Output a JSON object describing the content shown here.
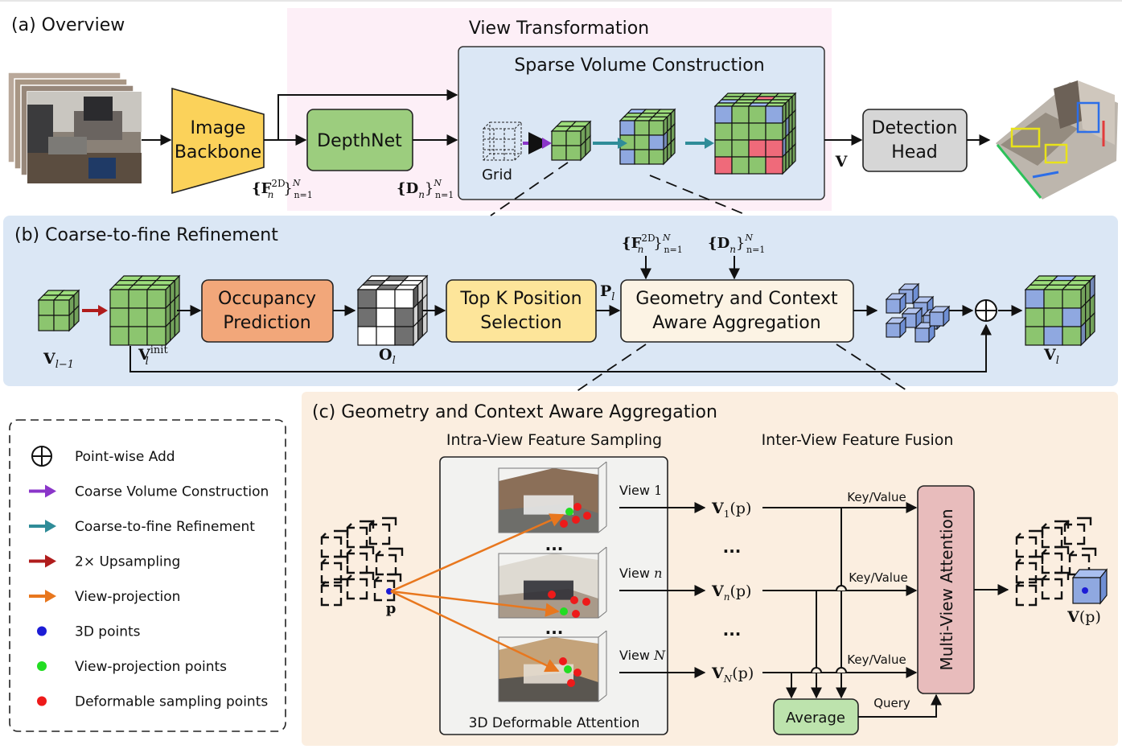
{
  "overview": {
    "section_label": "(a) Overview",
    "view_transformation_label": "View Transformation",
    "sparse_volume_label": "Sparse Volume Construction",
    "image_backbone": [
      "Image",
      "Backbone"
    ],
    "depthnet": "DepthNet",
    "grid_label": "Grid",
    "features_2d": {
      "main": "{F",
      "sup": "2D",
      "sub": "n",
      "close": "}",
      "range_sup": "N",
      "range_sub": "n=1"
    },
    "depth_maps": {
      "main": "{D",
      "sub": "n",
      "close": "}",
      "range_sup": "N",
      "range_sub": "n=1"
    },
    "volume_label": "V",
    "detection_head": [
      "Detection",
      "Head"
    ]
  },
  "refinement": {
    "section_label": "(b) Coarse-to-fine Refinement",
    "occupancy": [
      "Occupancy",
      "Prediction"
    ],
    "topk": [
      "Top K Position",
      "Selection"
    ],
    "gca": [
      "Geometry and Context",
      "Aware Aggregation"
    ],
    "v_prev": {
      "main": "V",
      "sub": "l−1"
    },
    "v_init": {
      "main": "V",
      "sub": "l",
      "sup": "init"
    },
    "o_l": {
      "main": "O",
      "sub": "l"
    },
    "p_l": {
      "main": "P",
      "sub": "l"
    },
    "v_l": {
      "main": "V",
      "sub": "l"
    },
    "f2d_input": {
      "main": "{F",
      "sup": "2D",
      "sub": "n",
      "close": "}",
      "range_sup": "N",
      "range_sub": "n=1"
    },
    "d_input": {
      "main": "{D",
      "sub": "n",
      "close": "}",
      "range_sup": "N",
      "range_sub": "n=1"
    }
  },
  "legend": [
    {
      "label": "Point-wise Add",
      "icon": "oplus-icon"
    },
    {
      "label": "Coarse Volume Construction",
      "icon": "arrow-icon",
      "color": "#8a35c9"
    },
    {
      "label": "Coarse-to-fine Refinement",
      "icon": "arrow-icon",
      "color": "#2f8c98"
    },
    {
      "label": "2× Upsampling",
      "icon": "arrow-icon",
      "color": "#b01c1c"
    },
    {
      "label": "View-projection",
      "icon": "arrow-icon",
      "color": "#e8771e"
    },
    {
      "label": "3D points",
      "icon": "dot-icon",
      "color": "#1c1cd6"
    },
    {
      "label": "View-projection points",
      "icon": "dot-icon",
      "color": "#22dd22"
    },
    {
      "label": "Deformable sampling points",
      "icon": "dot-icon",
      "color": "#ee1a1a"
    }
  ],
  "aggregation": {
    "section_label": "(c) Geometry and Context Aware Aggregation",
    "intra_label": "Intra-View Feature Sampling",
    "inter_label": "Inter-View Feature Fusion",
    "deform_label": "3D Deformable Attention",
    "point_label": "p",
    "views": [
      {
        "label_prefix": "View ",
        "label_var": "1",
        "feat_main": "V",
        "feat_sub": "1",
        "feat_arg": "(p)"
      },
      {
        "label_prefix": "View ",
        "label_var": "n",
        "feat_main": "V",
        "feat_sub": "n",
        "feat_arg": "(p)"
      },
      {
        "label_prefix": "View ",
        "label_var": "N",
        "feat_main": "V",
        "feat_sub": "N",
        "feat_arg": "(p)"
      }
    ],
    "ellipsis": "…",
    "ellipsis_bold": "...",
    "key_value": "Key/Value",
    "query": "Query",
    "average": "Average",
    "multi_view": "Multi-View Attention",
    "output": {
      "main": "V",
      "arg": "(p)"
    }
  },
  "colors": {
    "backbone": "#fbd25a",
    "depthnet": "#9ccd7e",
    "occupancy": "#f2a77a",
    "topk": "#fde59a",
    "gca_box": "#fcf3e4",
    "detection": "#d6d6d6",
    "average": "#bde3ad",
    "multi_view": "#e8bcbc",
    "panel_blue": "#dbe7f5",
    "panel_pink": "#fdeff7",
    "panel_peach": "#fbeee0",
    "cube_green": "#8cc56f",
    "cube_blue": "#8fa8e0",
    "cube_red": "#ef6a7a",
    "cube_dark": "#707070"
  }
}
